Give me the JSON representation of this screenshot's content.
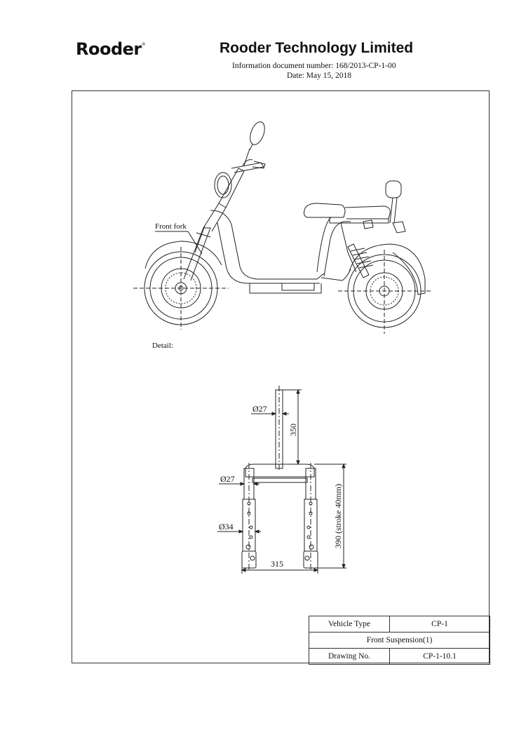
{
  "header": {
    "logo_text": "Rooder",
    "logo_mark": "®",
    "company": "Rooder Technology Limited",
    "info_line": "Information document number: 168/2013-CP-1-00",
    "date_line": "Date: May 15, 2018"
  },
  "drawing": {
    "callout_front_fork": "Front fork",
    "detail_label": "Detail:",
    "dims": {
      "stem_diameter": "Ø27",
      "stem_length": "350",
      "tube_diameter_top": "Ø27",
      "tube_diameter_lower": "Ø34",
      "width": "315",
      "height": "390 (stroke 40mm)"
    }
  },
  "title_block": {
    "vehicle_type_label": "Vehicle Type",
    "vehicle_type_value": "CP-1",
    "part_name": "Front Suspension(1)",
    "drawing_no_label": "Drawing No.",
    "drawing_no_value": "CP-1-10.1"
  }
}
